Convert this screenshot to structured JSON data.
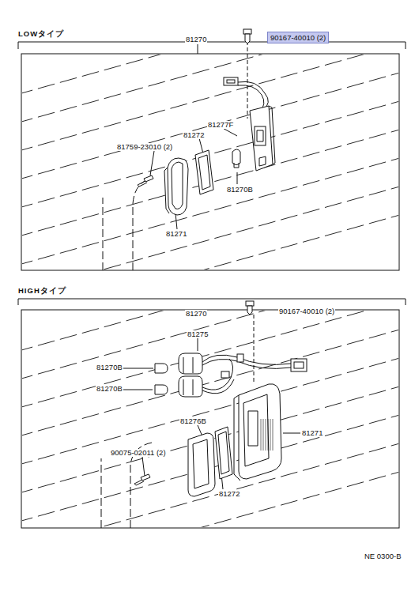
{
  "diagram": {
    "nodes": [
      {
        "text": [
          "90167-40010 (2)"
        ]
      }
    ],
    "labels": [
      "LOWタイプ",
      "81270",
      "81277F",
      "81272",
      "81759-23010 (2)",
      "81270B",
      "81271",
      "HIGHタイプ",
      "81270",
      "90167-40010 (2)",
      "81275",
      "81270B",
      "81270B",
      "81276B",
      "81271",
      "90075-02011 (2)",
      "81272",
      "NE 0300-B"
    ]
  }
}
